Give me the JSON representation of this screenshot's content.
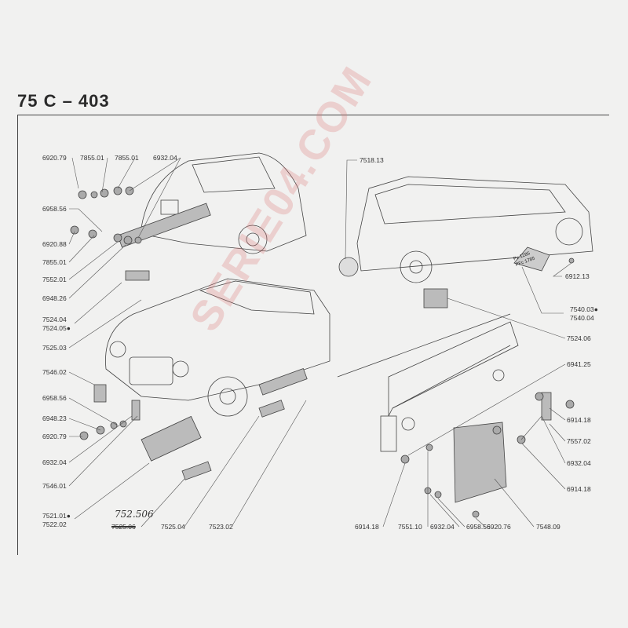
{
  "header": {
    "title": "75 C  –  403"
  },
  "watermark": "SERIE04.COM",
  "plate_text": [
    "Pv 1285",
    "PFc 1785"
  ],
  "handwritten_note": "752.506",
  "struck_ref": "7525.06",
  "labels": {
    "l1": "6920.79",
    "l2": "7855.01",
    "l3": "7855.01",
    "l4": "6932.04",
    "l5": "6958.56",
    "l6": "6920.88",
    "l7": "7855.01",
    "l8": "7552.01",
    "l9": "6948.26",
    "l10": "7524.04",
    "l11": "7524.05●",
    "l12": "7525.03",
    "l13": "7546.02",
    "l14": "6958.56",
    "l15": "6948.23",
    "l16": "6920.79",
    "l17": "6932.04",
    "l18": "7546.01",
    "l19": "7521.01●",
    "l20": "7522.02",
    "l21": "7525.04",
    "l22": "7523.02",
    "r1": "7518.13",
    "r2": "6912.13",
    "r3": "7540.03●",
    "r4": "7540.04",
    "r5": "7524.06",
    "r6": "6941.25",
    "r7": "6914.18",
    "r8": "7557.02",
    "r9": "6932.04",
    "r10": "6914.18",
    "b1": "6914.18",
    "b2": "7551.10",
    "b3": "6932.04",
    "b4": "6958.56",
    "b5": "6920.76",
    "b6": "7548.09"
  }
}
